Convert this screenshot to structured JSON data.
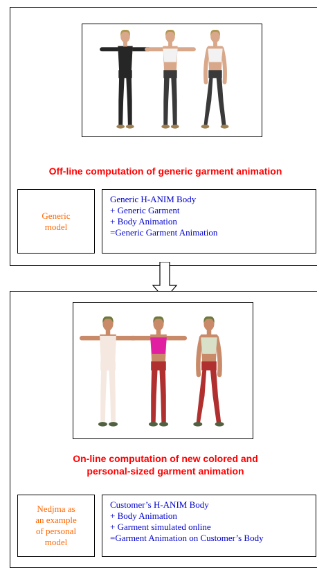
{
  "top": {
    "caption": "Off-line computation of generic garment animation",
    "left_box": "Generic\nmodel",
    "right_lines": [
      "Generic H-ANIM Body",
      "+ Generic Garment",
      "+ Body Animation",
      "=Generic Garment Animation"
    ],
    "figure_colors": {
      "skin": "#d9a88a",
      "hair": "#b09850",
      "suit": "#262626",
      "top": "#f2f2f2",
      "pants": "#3a3a3a",
      "shoes": "#a08050"
    }
  },
  "bottom": {
    "caption_line1": "On-line computation of new colored and",
    "caption_line2": "personal-sized garment animation",
    "left_box": "Nedjma as\nan example\nof personal\nmodel",
    "right_lines": [
      "Customer’s H-ANIM Body",
      "+ Body Animation",
      "+ Garment simulated online",
      "=Garment Animation on Customer’s Body"
    ],
    "figure_colors": {
      "skin": "#c88a68",
      "hair": "#6a7a3a",
      "top1": "#f4e8e0",
      "top2": "#e020a0",
      "top3": "#d8e0c8",
      "pants": "#b03030",
      "shoes": "#506040"
    }
  },
  "colors": {
    "caption": "#ff0000",
    "orange_text": "#ff6600",
    "blue_text": "#0000cc"
  }
}
